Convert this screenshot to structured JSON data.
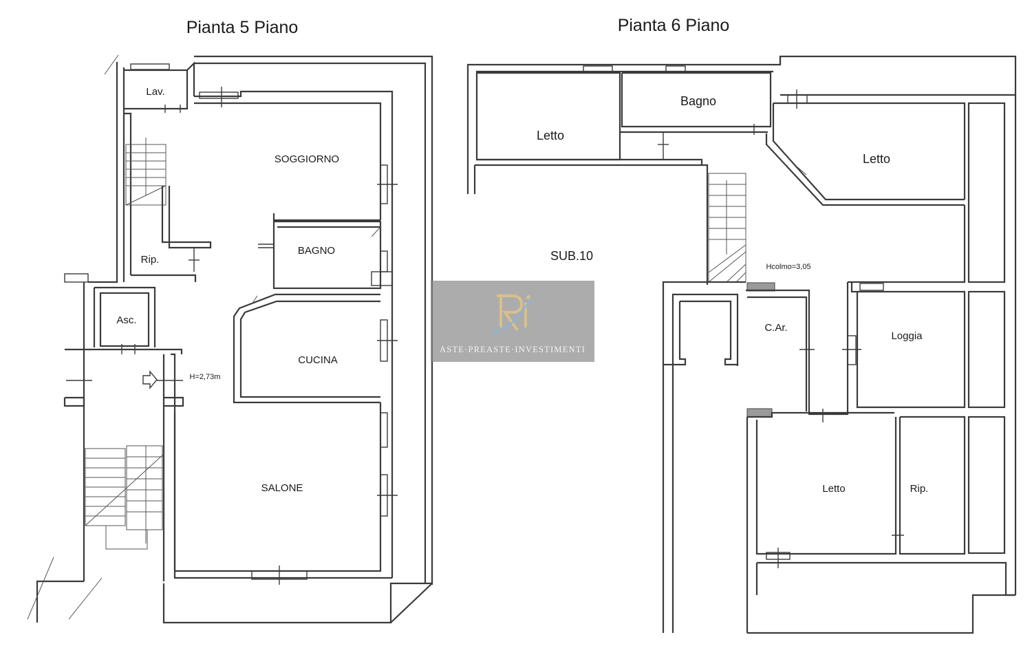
{
  "titles": {
    "left": "Pianta 5 Piano",
    "right": "Pianta 6 Piano"
  },
  "floor5": {
    "rooms": {
      "lav": "Lav.",
      "soggiorno": "SOGGIORNO",
      "bagno": "BAGNO",
      "rip": "Rip.",
      "asc": "Asc.",
      "cucina": "CUCINA",
      "salone": "SALONE"
    },
    "height_label": "H=2,73m"
  },
  "floor6": {
    "rooms": {
      "letto_top_left": "Letto",
      "bagno": "Bagno",
      "letto_top_right": "Letto",
      "sub10": "SUB.10",
      "car": "C.Ar.",
      "loggia": "Loggia",
      "letto_bottom": "Letto",
      "rip": "Rip."
    },
    "height_label": "Hcolmo=3,05"
  },
  "watermark": {
    "caption": "ASTE·PREASTE·INVESTIMENTI",
    "logo": "RI-monogram"
  },
  "colors": {
    "wall": "#3a3a3a",
    "watermark_bg": "#8c8c8c",
    "logo_gold": "#d8c08a",
    "logo_blue": "#8fb4d6"
  }
}
